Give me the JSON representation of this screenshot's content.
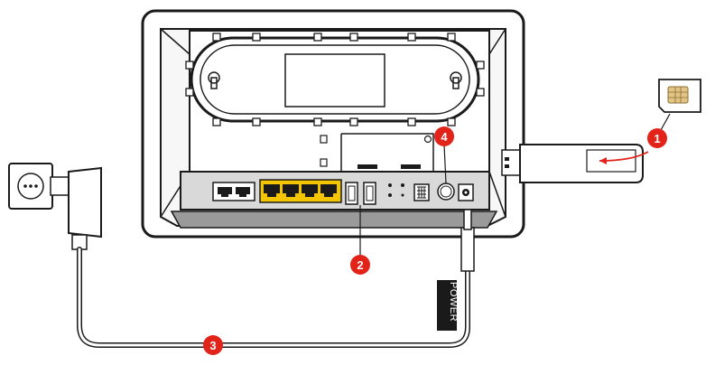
{
  "diagram": {
    "callouts": [
      {
        "id": "1",
        "label": "1"
      },
      {
        "id": "2",
        "label": "2"
      },
      {
        "id": "3",
        "label": "3"
      },
      {
        "id": "4",
        "label": "4"
      }
    ],
    "power_label": "POWER",
    "colors": {
      "outline": "#1a1a1a",
      "body": "#ffffff",
      "panel": "#d9d9d9",
      "ethernet_ports": "#f2c500",
      "badge": "#e2231a",
      "arrow": "#e2231a"
    }
  }
}
